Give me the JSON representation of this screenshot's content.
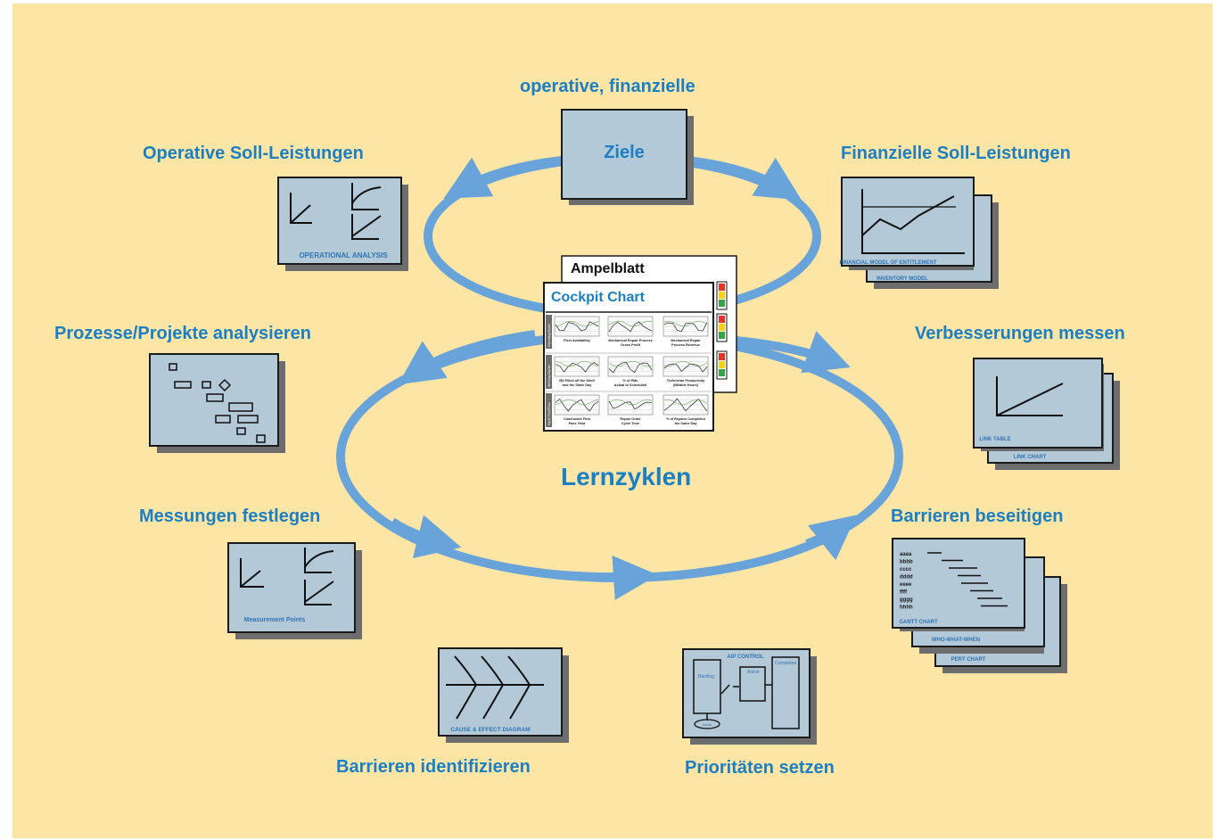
{
  "center_label": "Lernzyklen",
  "ziele": {
    "box_label": "Ziele",
    "top_label": "operative, finanzielle"
  },
  "labels": {
    "operative_soll": "Operative Soll-Leistungen",
    "finanzielle_soll": "Finanzielle Soll-Leistungen",
    "prozesse": "Prozesse/Projekte analysieren",
    "verbesserungen": "Verbesserungen messen",
    "messungen": "Messungen festlegen",
    "barrieren_beseitigen": "Barrieren beseitigen",
    "barrieren_identifizieren": "Barrieren identifizieren",
    "prioritaeten": "Prioritäten setzen"
  },
  "cards": {
    "operational": "OPERATIONAL ANALYSIS",
    "financial_model": "FINANCIAL MODEL OF ENTITLEMENT",
    "inventory_model": "INVENTORY MODEL",
    "link_table": "LINK TABLE",
    "link_chart": "LINK CHART",
    "measurement_points": "Measurement Points",
    "gantt": "GANTT CHART",
    "who_what_when": "WHO-WHAT-WHEN",
    "pert": "PERT CHART",
    "gantt_rows": [
      "aaaa",
      "bbbb",
      "cccc",
      "dddd",
      "eeee",
      "ffff",
      "gggg",
      "hhhh"
    ],
    "cause_effect": "CAUSE & EFFECT DIAGRAM",
    "aip_control": "AIP CONTROL",
    "aip_backlog": "Backlog",
    "aip_active": "Active",
    "aip_completed": "Completed",
    "aip_ideas": "Ideas"
  },
  "cockpit": {
    "ampelblatt": "Ampelblatt",
    "title": "Cockpit Chart",
    "row_tabs": [
      "Operating Model",
      "Working Capital",
      "Cycle Time/Flow"
    ],
    "cells": [
      "Fleet Availability",
      "Mechanical Repair Process Gross Profit",
      "Mechanical Repair Process Revenue",
      "BD Filled off the Shelf and the Same Day",
      "% of PMs Actual to Scheduled",
      "Technician Productivity (Billable Hours)",
      "Coachwork First Pass Yield",
      "Repair Order Cycle Time",
      "% of Repairs Completed the Same Day"
    ]
  },
  "colors": {
    "label_blue": "#1a7fc3",
    "arrow_blue": "#68a3d9",
    "card_fill": "#b4c9d8",
    "background": "#fde5a6"
  }
}
